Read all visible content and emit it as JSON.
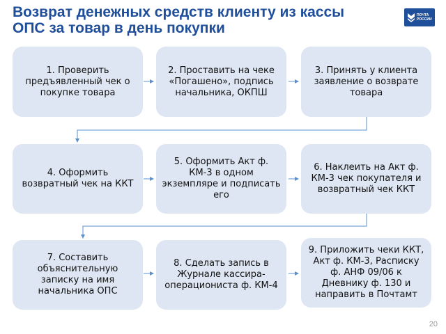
{
  "header": {
    "title_line1": "Возврат денежных средств клиенту из кассы",
    "title_line2": "ОПС за товар в день покупки",
    "logo_line1": "ПОЧТА",
    "logo_line2": "РОССИИ"
  },
  "steps": [
    {
      "text": "1. Проверить предъявленный чек о покупке товара"
    },
    {
      "text": "2. Проставить на чеке «Погашено», подпись начальника, ОКПШ"
    },
    {
      "text": "3. Принять у клиента заявление о возврате товара"
    },
    {
      "text": "4. Оформить возвратный чек на ККТ"
    },
    {
      "text": "5. Оформить Акт ф. КМ-3 в одном экземпляре и подписать его"
    },
    {
      "text": "6. Наклеить на Акт ф. КМ-3 чек покупателя и возвратный чек ККТ"
    },
    {
      "text": "7. Составить объяснительную записку на имя начальника ОПС"
    },
    {
      "text": "8. Сделать запись в Журнале кассира-операциониста ф. КМ-4"
    },
    {
      "text": "9. Приложить чеки ККТ, Акт ф. КМ-3, Расписку ф. АНФ 09/06 к Дневнику ф. 130 и направить в Почтамт"
    }
  ],
  "page_number": "20",
  "colors": {
    "title": "#1f4e9a",
    "box_fill": "#dde6f2",
    "arrow": "#5b8fd0"
  }
}
